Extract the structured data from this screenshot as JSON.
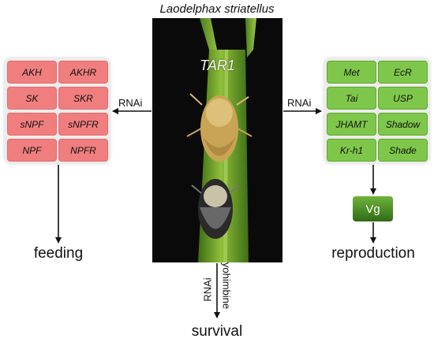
{
  "title": "Laodelphax striatellus",
  "photo_label": "TAR1",
  "left_arrow_label": "RNAi",
  "right_arrow_label": "RNAi",
  "bottom_arrow_labels": [
    "RNAi",
    "yohimbine"
  ],
  "feeding_genes": [
    [
      "AKH",
      "AKHR"
    ],
    [
      "SK",
      "SKR"
    ],
    [
      "sNPF",
      "sNPFR"
    ],
    [
      "NPF",
      "NPFR"
    ]
  ],
  "reproduction_genes": [
    [
      "Met",
      "EcR"
    ],
    [
      "Tai",
      "USP"
    ],
    [
      "JHAMT",
      "Shadow"
    ],
    [
      "Kr-h1",
      "Shade"
    ]
  ],
  "vg_label": "Vg",
  "outcomes": {
    "feeding": "feeding",
    "reproduction": "reproduction",
    "survival": "survival"
  },
  "colors": {
    "feeding_box": "#f17e7e",
    "reproduction_box": "#7ec74a",
    "vg_box": "#4a8f25",
    "panel_bg": "#ececec",
    "photo_bg": "#0a0a0a"
  }
}
